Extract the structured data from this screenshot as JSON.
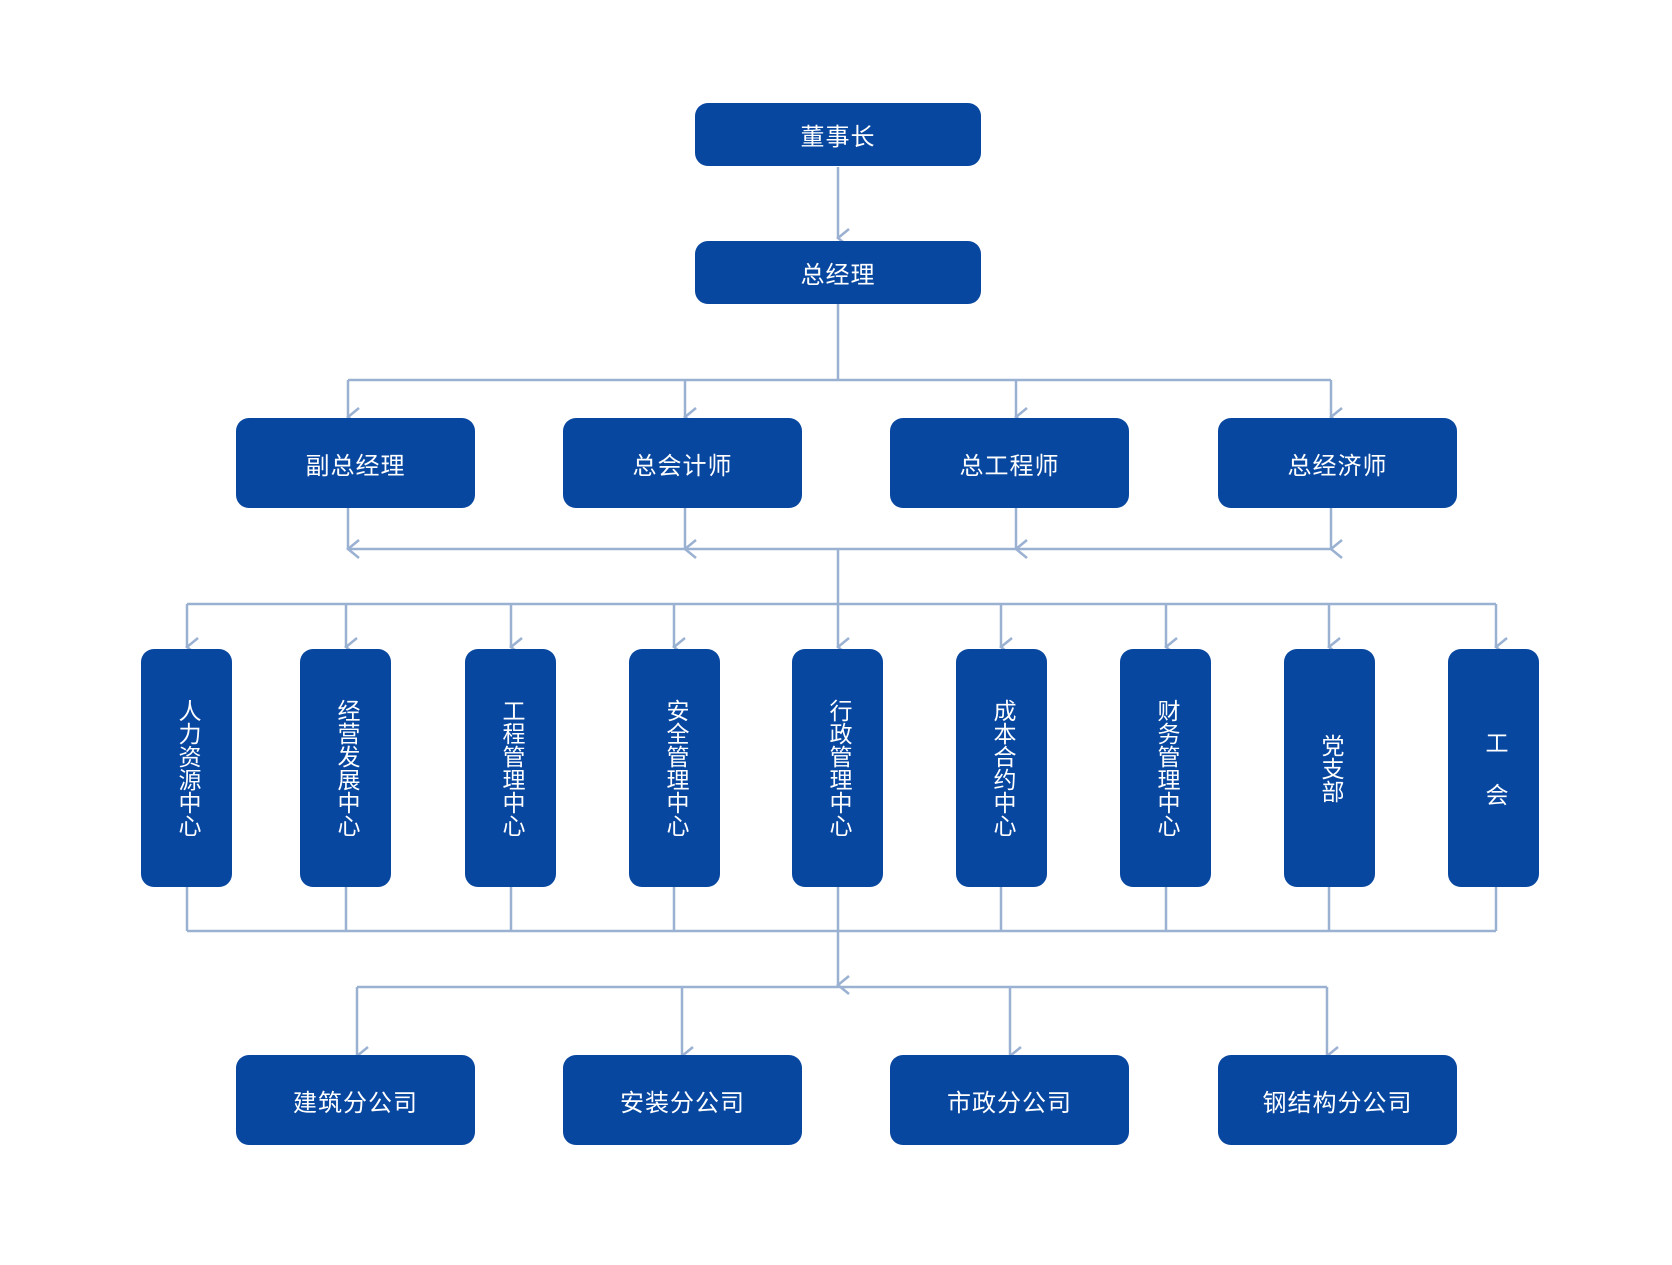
{
  "chart": {
    "chairman": "董事长",
    "general_manager": "总经理",
    "executives": [
      "副总经理",
      "总会计师",
      "总工程师",
      "总经济师"
    ],
    "centers": [
      "人力资源中心",
      "经营发展中心",
      "工程管理中心",
      "安全管理中心",
      "行政管理中心",
      "成本合约中心",
      "财务管理中心",
      "党支部",
      "工会"
    ],
    "branches": [
      "建筑分公司",
      "安装分公司",
      "市政分公司",
      "钢结构分公司"
    ]
  },
  "colors": {
    "node_fill": "#0847a0",
    "node_text": "#ffffff",
    "connector": "#9bb1d2",
    "background": "#ffffff"
  }
}
